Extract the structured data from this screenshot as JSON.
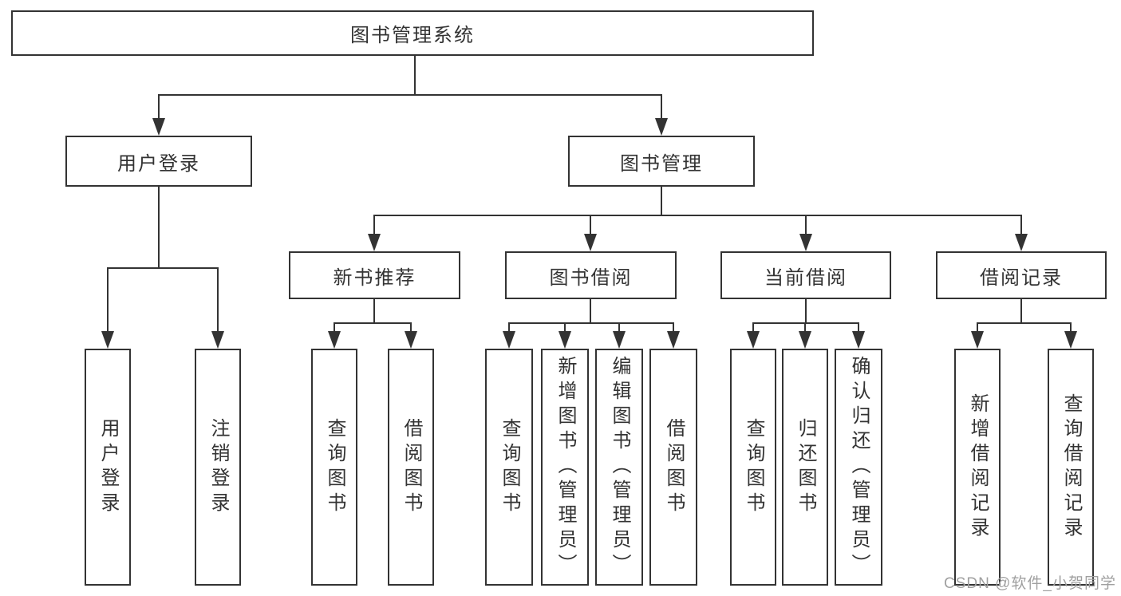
{
  "diagram": {
    "root": "图书管理系统",
    "level2": [
      "用户登录",
      "图书管理"
    ],
    "level3": [
      "新书推荐",
      "图书借阅",
      "当前借阅",
      "借阅记录"
    ],
    "leaves": {
      "user_login": [
        "用户登录",
        "注销登录"
      ],
      "new_books": [
        "查询图书",
        "借阅图书"
      ],
      "book_borrow": [
        "查询图书",
        "新增图书（管理员）",
        "编辑图书（管理员）",
        "借阅图书"
      ],
      "current_borrow": [
        "查询图书",
        "归还图书",
        "确认归还（管理员）"
      ],
      "borrow_records": [
        "新增借阅记录",
        "查询借阅记录"
      ]
    }
  },
  "watermark": {
    "text": "CSDN @软件_小贺同学"
  },
  "colors": {
    "line": "#333333",
    "text": "#333333",
    "watermark": "#a0a0a0",
    "background": "#ffffff"
  }
}
